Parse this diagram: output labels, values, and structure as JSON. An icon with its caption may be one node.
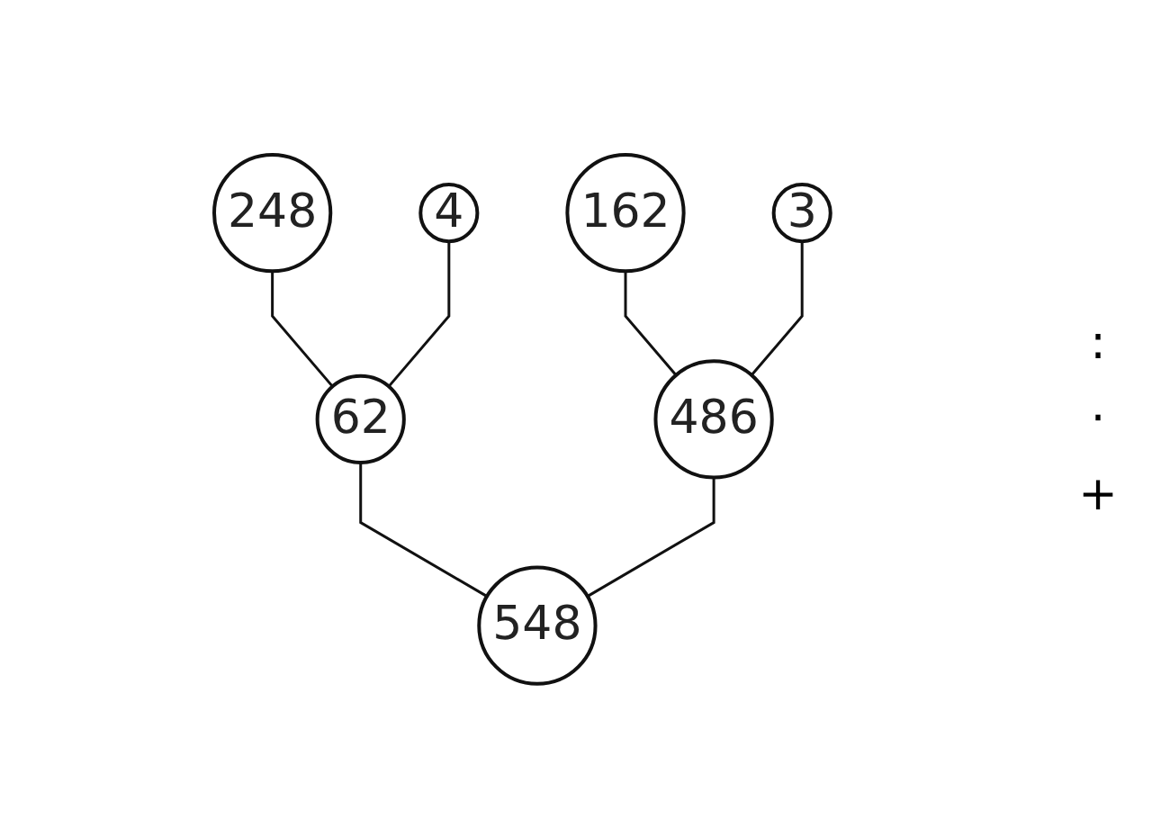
{
  "diagram": {
    "nodes": [
      {
        "text": [
          "248"
        ]
      },
      {
        "text": [
          "4"
        ]
      },
      {
        "text": [
          "162"
        ]
      },
      {
        "text": [
          "3"
        ]
      },
      {
        "text": [
          "62"
        ]
      },
      {
        "text": [
          "486"
        ]
      },
      {
        "text": [
          "548"
        ]
      }
    ],
    "edges": [
      {
        "from": 0,
        "to": 4,
        "arrow": "none"
      },
      {
        "from": 1,
        "to": 4,
        "arrow": "none"
      },
      {
        "from": 2,
        "to": 5,
        "arrow": "none"
      },
      {
        "from": 3,
        "to": 5,
        "arrow": "none"
      },
      {
        "from": 4,
        "to": 6,
        "arrow": "none"
      },
      {
        "from": 5,
        "to": 6,
        "arrow": "none"
      }
    ],
    "labels": [
      ":",
      "·",
      "+"
    ]
  }
}
